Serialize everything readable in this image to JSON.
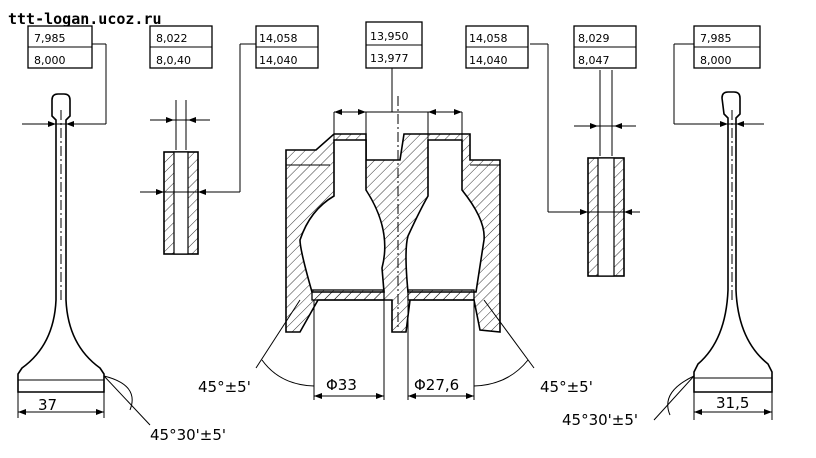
{
  "watermark": "ttt-logan.ucoz.ru",
  "dimensions": {
    "intake_valve_stem": [
      "7,985",
      "8,000"
    ],
    "intake_guide_bore": [
      "8,022",
      "8,0,40"
    ],
    "intake_guide_outer": [
      "14,058",
      "14,040"
    ],
    "head_guide_bore": [
      "13,950",
      "13,977"
    ],
    "exhaust_guide_outer": [
      "14,058",
      "14,040"
    ],
    "exhaust_guide_bore": [
      "8,029",
      "8,047"
    ],
    "exhaust_valve_stem": [
      "7,985",
      "8,000"
    ]
  },
  "labels": {
    "intake_head_dia": "37",
    "exhaust_head_dia": "31,5",
    "intake_valve_angle": "45°30'±5'",
    "exhaust_valve_angle": "45°30'±5'",
    "intake_seat_angle": "45°±5'",
    "exhaust_seat_angle": "45°±5'",
    "intake_seat_dia": "Φ33",
    "exhaust_seat_dia": "Φ27,6"
  }
}
